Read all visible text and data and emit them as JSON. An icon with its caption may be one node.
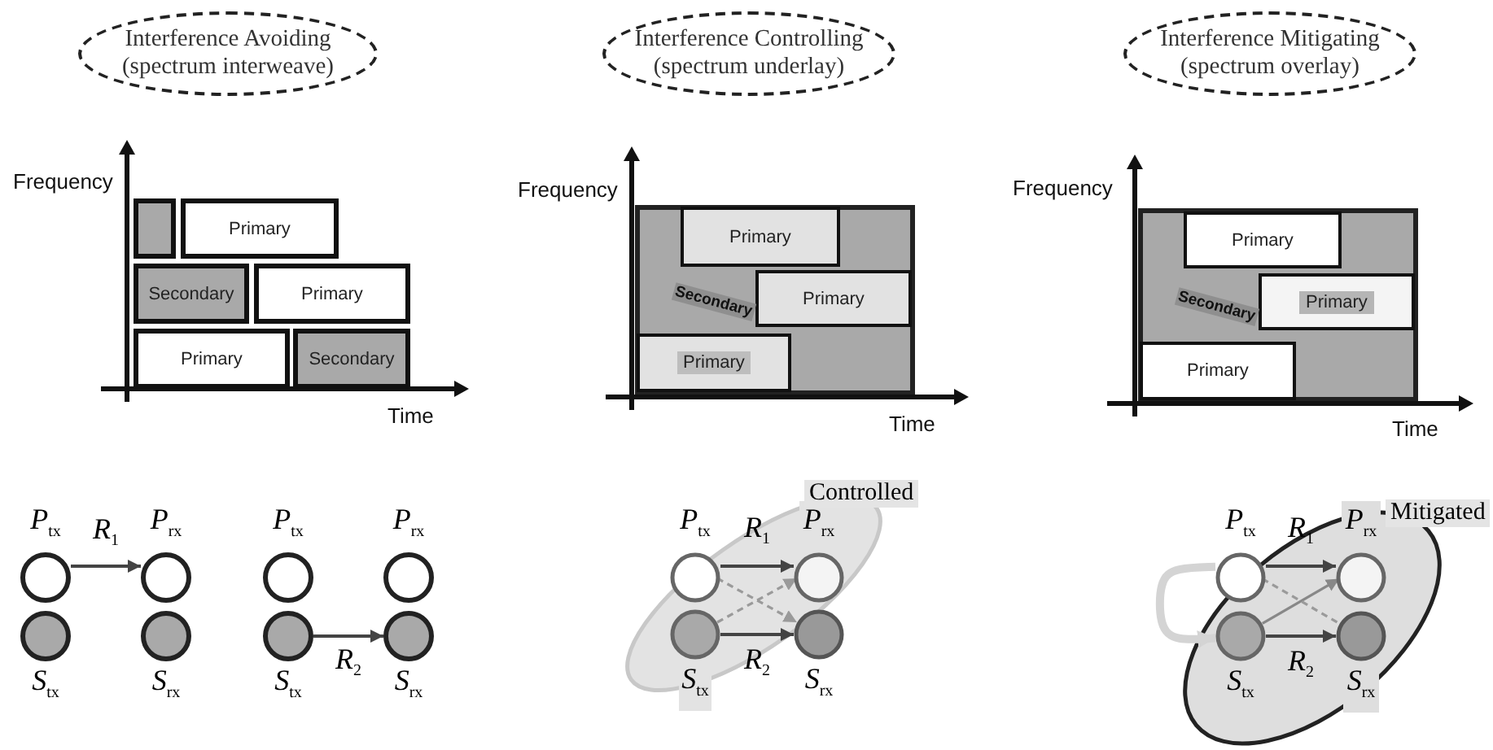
{
  "diagram": {
    "nodes": [
      {
        "text": [
          "Interference Avoiding (spectrum interweave)"
        ]
      },
      {
        "text": [
          "Interference Controlling (spectrum underlay)"
        ]
      },
      {
        "text": [
          "Interference Mitigating (spectrum overlay)"
        ]
      },
      {
        "text": [],
        "shape": "box"
      },
      {
        "text": [
          "Primary"
        ]
      },
      {
        "text": [
          "Secondary"
        ]
      },
      {
        "text": [
          "Primary"
        ]
      },
      {
        "text": [
          "Primary"
        ]
      },
      {
        "text": [
          "Secondary"
        ]
      },
      {
        "text": [
          "Secondary"
        ]
      },
      {
        "text": [
          "Primary"
        ],
        "in": 9
      },
      {
        "text": [
          "Primary"
        ],
        "in": 9
      },
      {
        "text": [
          "Primary"
        ],
        "in": 9
      },
      {
        "text": [
          "Secondary"
        ]
      },
      {
        "text": [
          "Primary"
        ],
        "in": 13
      },
      {
        "text": [
          "Primary"
        ],
        "in": 13
      },
      {
        "text": [
          "Primary"
        ],
        "in": 13
      },
      {
        "text": [
          "P$_{tx}$"
        ]
      },
      {
        "text": [
          "P$_{rx}$"
        ]
      },
      {
        "text": [
          "S$_{tx}$"
        ]
      },
      {
        "text": [
          "S$_{rx}$"
        ]
      },
      {
        "text": [
          "P$_{tx}$"
        ]
      },
      {
        "text": [
          "P$_{rx}$"
        ]
      },
      {
        "text": [
          "S$_{tx}$"
        ]
      },
      {
        "text": [
          "S$_{rx}$"
        ]
      },
      {
        "text": [
          "P$_{tx}$"
        ]
      },
      {
        "text": [
          "P$_{rx}$"
        ]
      },
      {
        "text": [
          "S$_{tx}$"
        ]
      },
      {
        "text": [
          "S$_{rx}$"
        ]
      },
      {
        "text": [
          "P$_{tx}$"
        ]
      },
      {
        "text": [
          "P$_{rx}$"
        ]
      },
      {
        "text": [
          "S$_{tx}$"
        ]
      },
      {
        "text": [
          "S$_{rx}$"
        ]
      }
    ],
    "edges": [
      {
        "from": 17,
        "to": 18,
        "arrow": "to",
        "label": "R$_{1}$"
      },
      {
        "from": 23,
        "to": 24,
        "arrow": "to",
        "label": "R$_{2}$"
      },
      {
        "from": 25,
        "to": 26,
        "arrow": "to",
        "label": "R$_{1}$"
      },
      {
        "from": 27,
        "to": 28,
        "arrow": "to",
        "label": "R$_{2}$"
      },
      {
        "from": 25,
        "to": 28,
        "arrow": "to",
        "style": "dashed",
        "color": "#9a9a9a"
      },
      {
        "from": 27,
        "to": 26,
        "arrow": "to",
        "style": "dashed",
        "color": "#9a9a9a"
      },
      {
        "from": 29,
        "to": 30,
        "arrow": "to",
        "label": "R$_{1}$"
      },
      {
        "from": 31,
        "to": 32,
        "arrow": "to",
        "label": "R$_{2}$"
      },
      {
        "from": 31,
        "to": 30,
        "arrow": "to",
        "color": "#888888"
      },
      {
        "from": 29,
        "to": 32,
        "arrow": "none",
        "style": "dashed",
        "color": "#9a9a9a"
      },
      {
        "from": 29,
        "to": 31,
        "arrow": "to",
        "style": "thick",
        "color": "#d4d4d4"
      }
    ],
    "labels": [
      "Frequency",
      "Time",
      "Frequency",
      "Time",
      "Frequency",
      "Time",
      "Controlled",
      "Mitigated"
    ]
  }
}
